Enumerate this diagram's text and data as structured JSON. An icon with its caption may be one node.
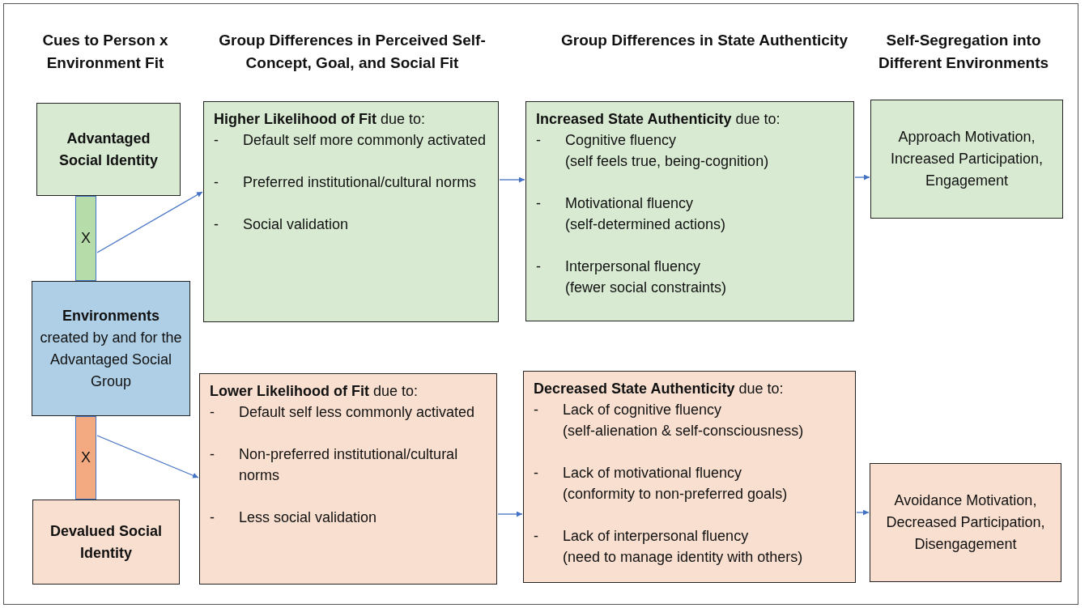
{
  "diagram": {
    "nodes": [
      {
        "text": [
          "Advantaged Social Identity"
        ]
      },
      {
        "text": [
          "X"
        ]
      },
      {
        "text": [
          "**Environments** created by and for the Advantaged Social Group"
        ]
      },
      {
        "text": [
          "X"
        ]
      },
      {
        "text": [
          "Devalued Social Identity"
        ]
      },
      {
        "text": [
          "**Higher Likelihood of Fit** due to:",
          "-",
          "Default self more commonly activated",
          "-",
          "Preferred institutional/cultural norms",
          "-",
          "Social validation"
        ]
      },
      {
        "text": [
          "**Increased State Authenticity** due to:",
          "-",
          "Cognitive fluency",
          "(self feels true, being-cognition)",
          "-",
          "Motivational fluency",
          "(self-determined actions)",
          "-",
          "Interpersonal fluency",
          "(fewer social constraints)"
        ]
      },
      {
        "text": [
          "Approach Motivation, Increased Participation, Engagement"
        ]
      },
      {
        "text": [
          "**Lower Likelihood of Fit** due to:",
          "-",
          "Default self less commonly activated",
          "-",
          "Non-preferred institutional/cultural norms",
          "-",
          "Less social validation"
        ]
      },
      {
        "text": [
          "**Decreased State Authenticity** due to:",
          "-",
          "Lack of cognitive fluency",
          "(self-alienation & self-consciousness)",
          "-",
          "Lack of motivational fluency",
          "(conformity to non-preferred goals)",
          "-",
          "Lack of interpersonal fluency",
          "(need to manage identity with others)"
        ]
      },
      {
        "text": [
          "Avoidance Motivation, Decreased Participation, Disengagement"
        ]
      }
    ],
    "edges": [
      {
        "from": 1,
        "to": 5,
        "arrow": "to"
      },
      {
        "from": 3,
        "to": 8,
        "arrow": "to"
      },
      {
        "from": 5,
        "to": 6,
        "arrow": "to"
      },
      {
        "from": 6,
        "to": 7,
        "arrow": "to"
      },
      {
        "from": 8,
        "to": 9,
        "arrow": "to"
      },
      {
        "from": 9,
        "to": 10,
        "arrow": "to"
      }
    ],
    "labels": [
      "Cues to Person x Environment Fit",
      "Group Differences in Perceived Self-Concept, Goal, and Social Fit",
      "Group Differences in State Authenticity",
      "Self-Segregation into Different Environments"
    ]
  }
}
